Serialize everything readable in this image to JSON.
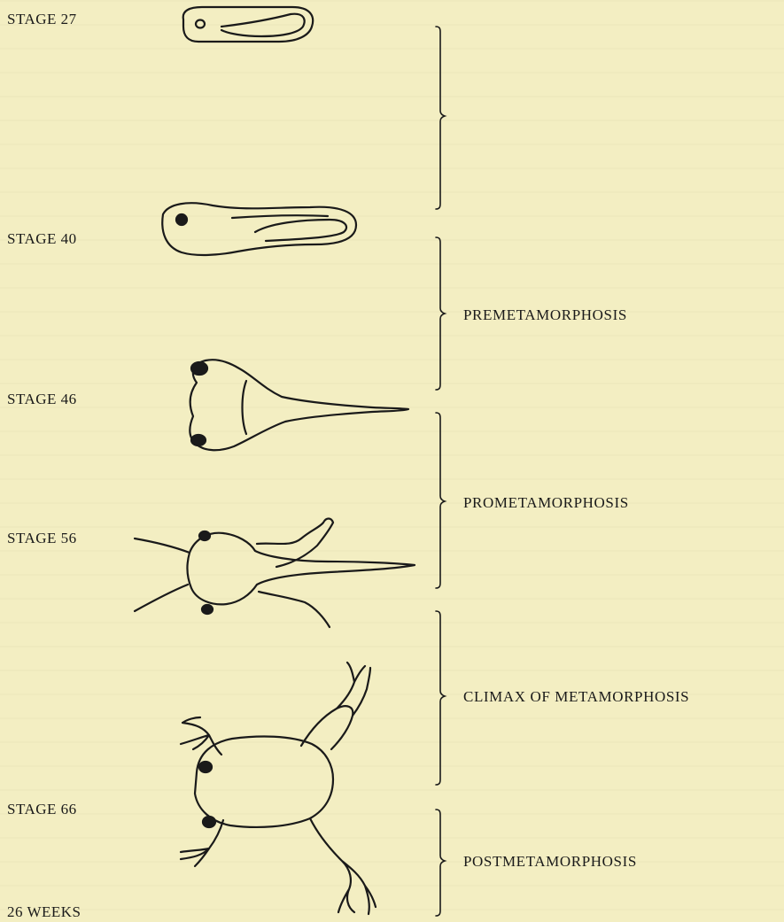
{
  "stages": [
    {
      "label": "STAGE 27"
    },
    {
      "label": "STAGE 40"
    },
    {
      "label": "STAGE 46"
    },
    {
      "label": "STAGE 56"
    },
    {
      "label": "STAGE 66"
    },
    {
      "label": "26 WEEKS"
    }
  ],
  "phases": [
    {
      "label": "PREMETAMORPHOSIS"
    },
    {
      "label": "PROMETAMORPHOSIS"
    },
    {
      "label": "CLIMAX OF METAMORPHOSIS"
    },
    {
      "label": "POSTMETAMORPHOSIS"
    }
  ],
  "colors": {
    "paper": "#f3eec2",
    "ink": "#1a1a1a"
  }
}
